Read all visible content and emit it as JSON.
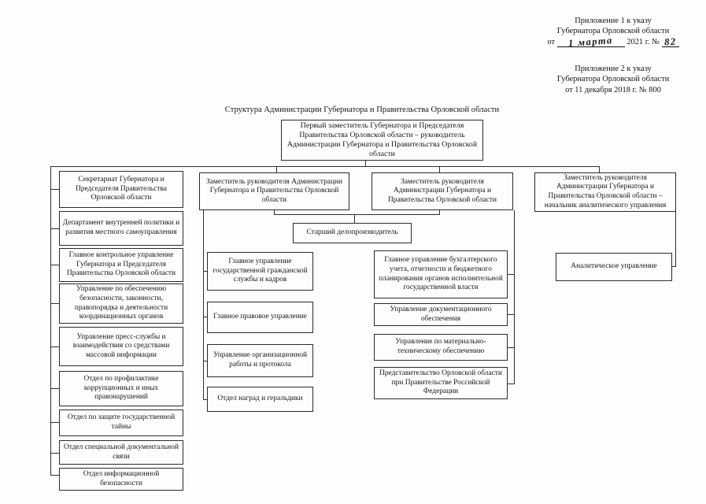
{
  "annotations": {
    "appendix1": {
      "line1": "Приложение 1 к указу",
      "line2": "Губернатора Орловской области",
      "date_prefix": "от",
      "handwritten_date": "1 марта",
      "date_suffix": "2021 г. №",
      "handwritten_number": "82"
    },
    "appendix2": {
      "line1": "Приложение 2 к указу",
      "line2": "Губернатора Орловской области",
      "line3": "от 11 декабря 2018 г. № 800"
    }
  },
  "title": "Структура Администрации Губернатора и Правительства Орловской области",
  "org": {
    "head": "Первый заместитель Губернатора и Председателя Правительства Орловской области – руководитель Администрации Губернатора и Правительства Орловской области",
    "column1": {
      "boxes": [
        "Секретариат Губернатора и Председателя Правительства Орловской области",
        "Департамент внутренней политики и развития местного самоуправления",
        "Главное контрольное управление Губернатора и Председателя Правительства Орловской области",
        "Управление по обеспечению безопасности, законности, правопорядка и деятельности координационных органов",
        "Управление пресс-службы и взаимодействия со средствами массовой информации",
        "Отдел по профилактике коррупционных и иных правонарушений",
        "Отдел по защите государственной тайны",
        "Отдел специальной документальной связи",
        "Отдел информационной безопасности"
      ]
    },
    "column2": {
      "header": "Заместитель руководителя Администрации Губернатора и Правительства Орловской области",
      "clerk": "Старший делопроизводитель",
      "boxes": [
        "Главное управление государственной гражданской службы и кадров",
        "Главное правовое управление",
        "Управление организационной работы и протокола",
        "Отдел наград и геральдики"
      ]
    },
    "column3": {
      "header": "Заместитель руководителя Администрации Губернатора и Правительства Орловской области",
      "boxes": [
        "Главное управление бухгалтерского учета, отчетности и бюджетного планирования органов исполнительной государственной власти",
        "Управление документационного обеспечения",
        "Управление по материально-техническому обеспечению",
        "Представительство Орловской области при Правительстве Российской Федерации"
      ]
    },
    "column4": {
      "header": "Заместитель руководителя Администрации Губернатора и Правительства Орловской области – начальник аналитического управления",
      "boxes": [
        "Аналитическое управление"
      ]
    }
  }
}
